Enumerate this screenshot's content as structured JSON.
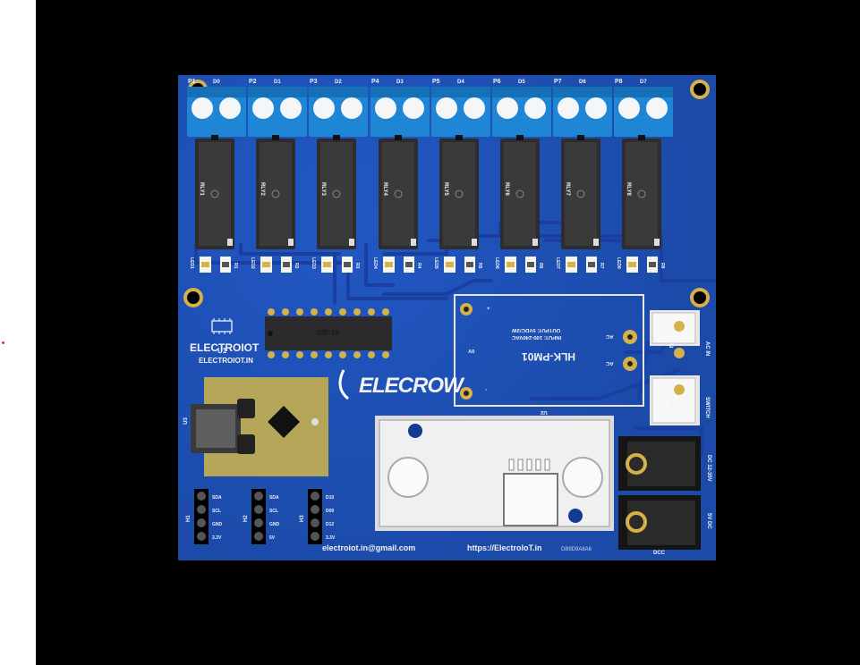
{
  "board": {
    "terminals": [
      {
        "id": "P1",
        "pin": "D0"
      },
      {
        "id": "P2",
        "pin": "D1"
      },
      {
        "id": "P3",
        "pin": "D2"
      },
      {
        "id": "P4",
        "pin": "D3"
      },
      {
        "id": "P5",
        "pin": "D4"
      },
      {
        "id": "P6",
        "pin": "D5"
      },
      {
        "id": "P7",
        "pin": "D6"
      },
      {
        "id": "P8",
        "pin": "D7"
      }
    ],
    "relays": [
      "RLY1",
      "RLY2",
      "RLY3",
      "RLY4",
      "RLY5",
      "RLY6",
      "RLY7",
      "RLY8"
    ],
    "leds": [
      "LED1",
      "LED2",
      "LED3",
      "LED4",
      "LED5",
      "LED6",
      "LED7",
      "LED8"
    ],
    "resistors": [
      "R1",
      "R2",
      "R3",
      "R4",
      "R5",
      "R6",
      "R7",
      "R8"
    ],
    "ic": {
      "ref": "U1",
      "package": "DIP-18"
    },
    "brand": {
      "name": "ELECTROIOT",
      "url": "ELECTROIOT.IN"
    },
    "maker_logo": "ELECROW",
    "module_u3": "U3",
    "power_module": {
      "ref": "HLK-PM01",
      "input": "INPUT: 100-240VAC",
      "output": "OUTPUT: 5VDC/3W",
      "ac1": "AC",
      "ac2": "AC",
      "plus": "+",
      "zero_v": "0V",
      "minus": "-"
    },
    "p9": {
      "ref": "P9",
      "label": "AC IN"
    },
    "p10": {
      "ref": "P10",
      "label": "SWITCH"
    },
    "u2": "U2",
    "dc_jacks": [
      {
        "label": "DC 12-35V"
      },
      {
        "label": "5V DC"
      }
    ],
    "dcc_label": "DCC",
    "headers": [
      {
        "ref": "H1",
        "pins": [
          "SDA",
          "SCL",
          "GND",
          "3.3V"
        ]
      },
      {
        "ref": "H2",
        "pins": [
          "SDA",
          "SCL",
          "GND",
          "5V"
        ]
      },
      {
        "ref": "H3",
        "pins": [
          "D10",
          "D09",
          "D12",
          "3.3V"
        ]
      }
    ],
    "email": "electroiot.in@gmail.com",
    "website": "https://ElectroIoT.in",
    "pcb_code": "DB9D9A8A6"
  },
  "colors": {
    "board": "#1d4fb4",
    "trace": "#1a3fa0",
    "terminal": "#1f86d6",
    "relay": "#2d2d2d",
    "gold": "#d6b14a",
    "silkscreen": "#f2f2f2"
  }
}
